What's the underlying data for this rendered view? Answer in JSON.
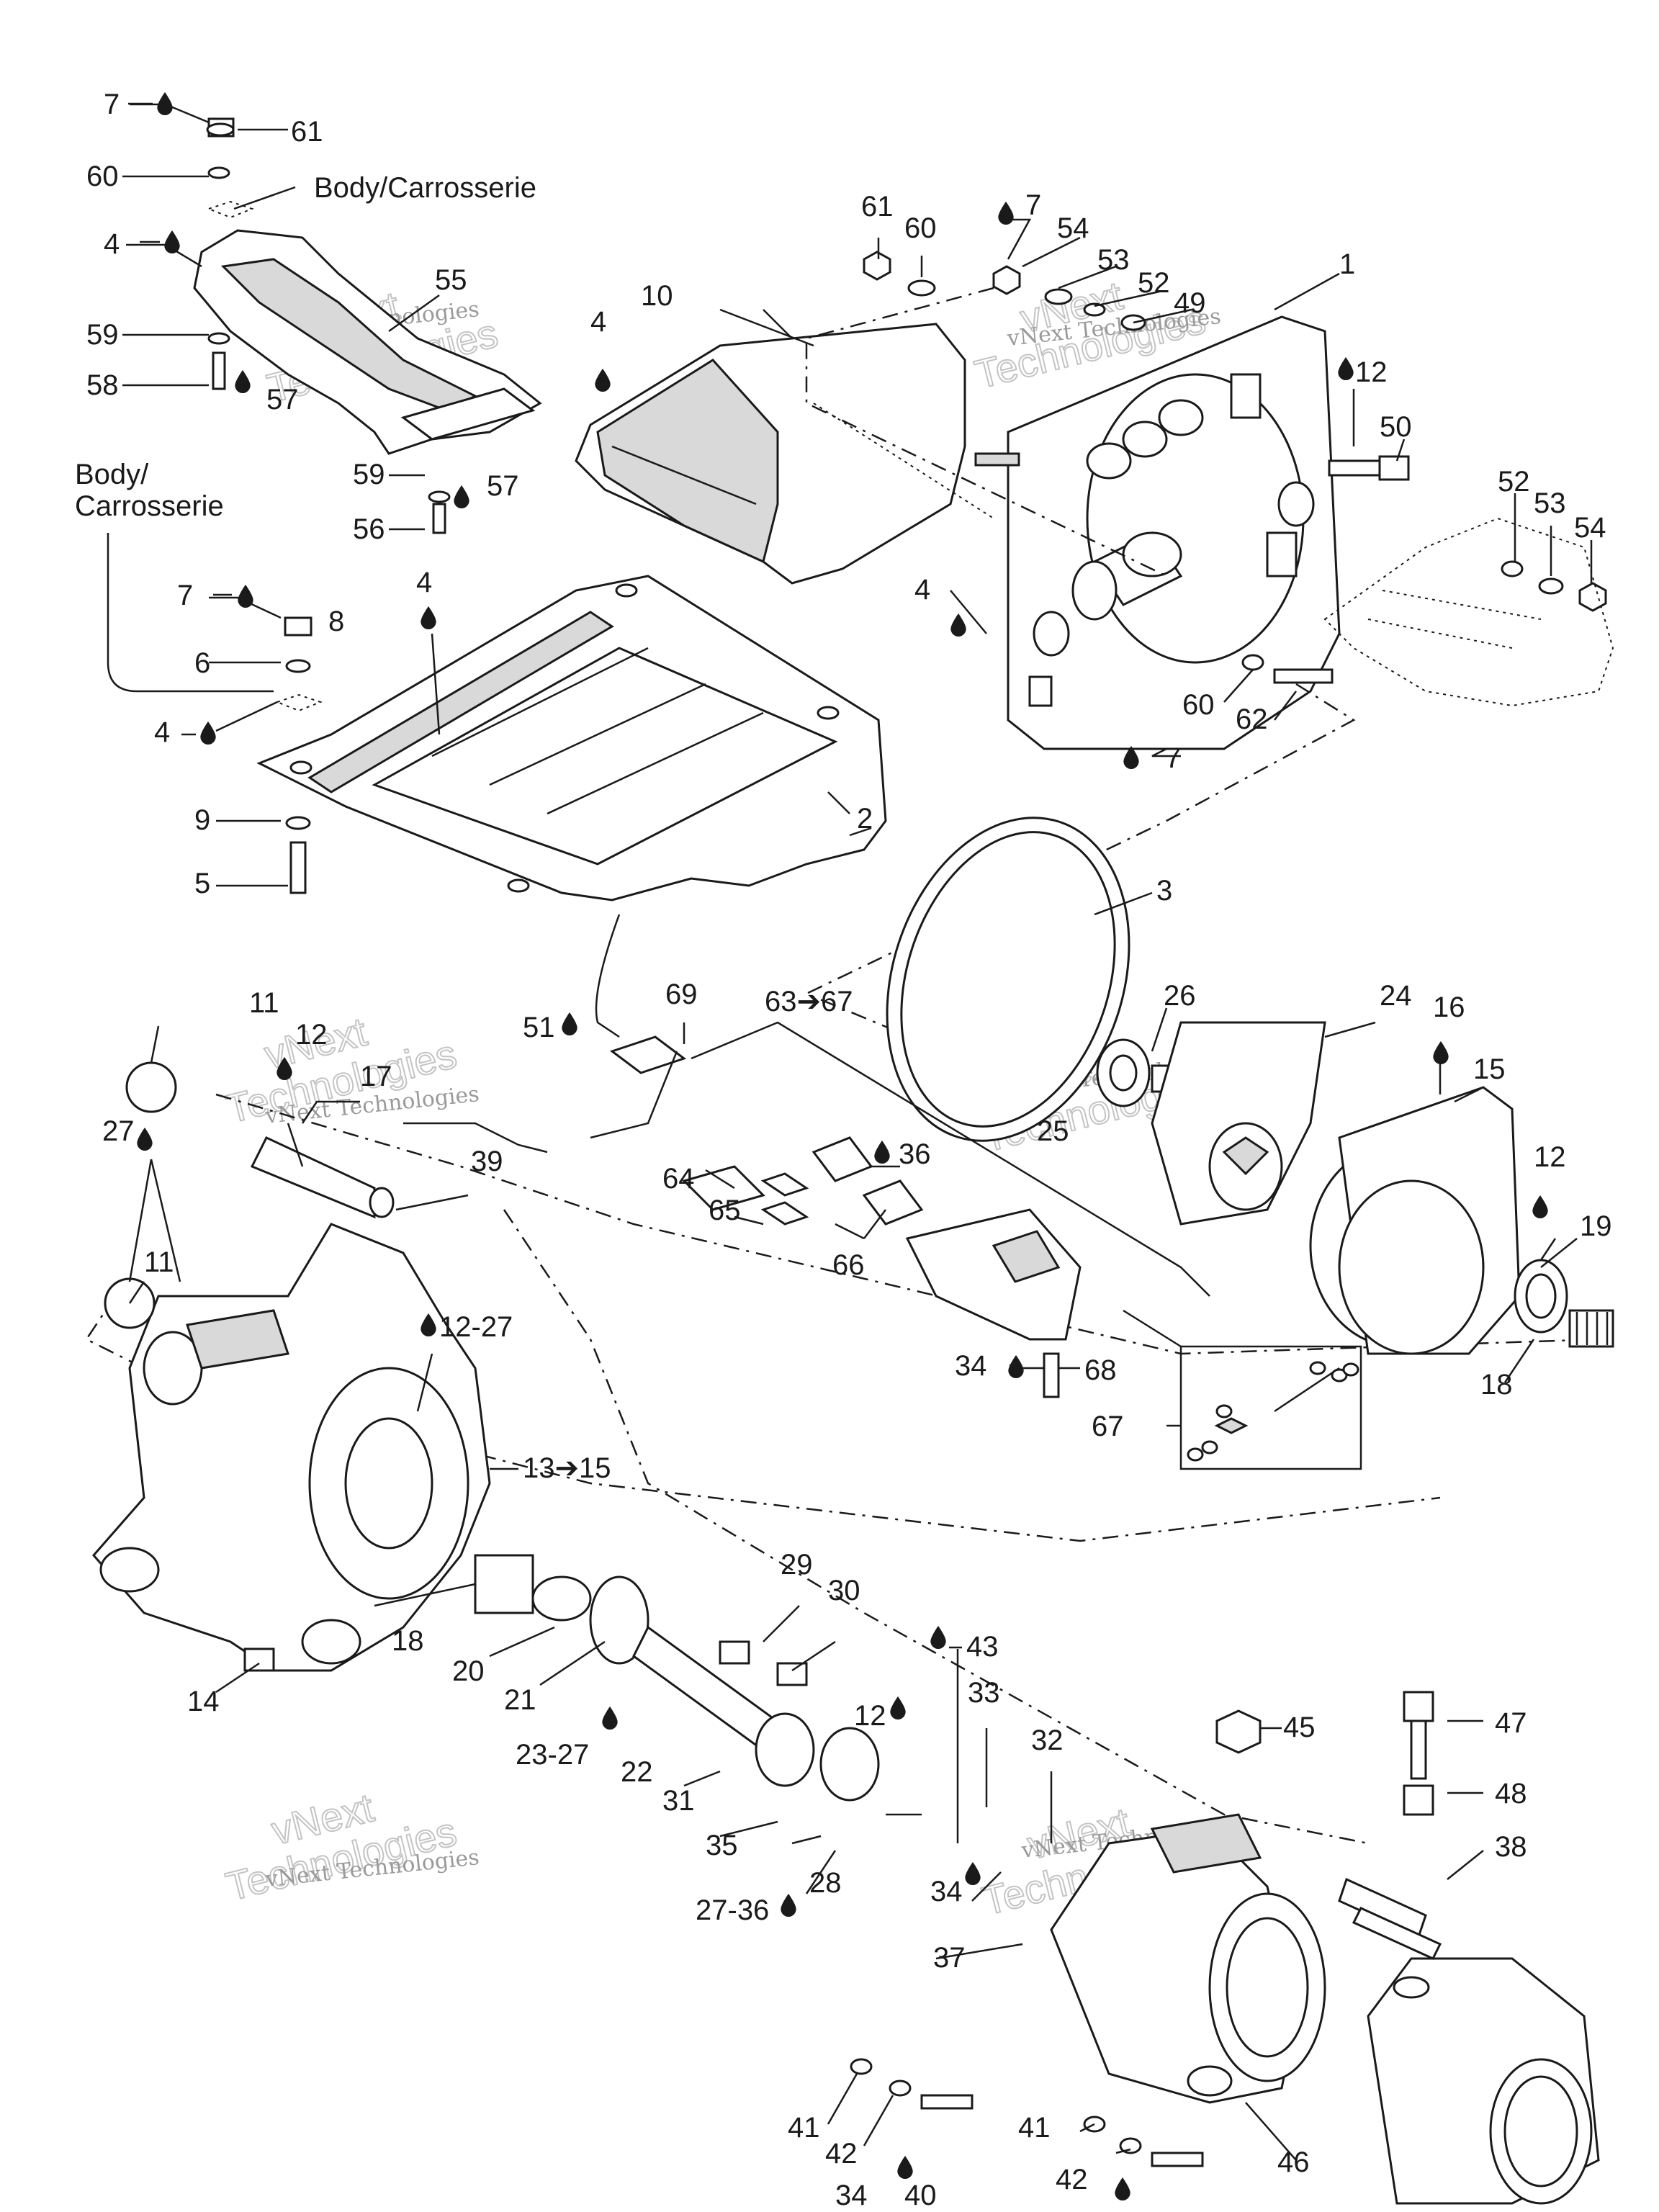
{
  "labels": {
    "l1": "1",
    "l2": "2",
    "l3": "3",
    "l4a": "4",
    "l4b": "4",
    "l4c": "4",
    "l4d": "4",
    "l4e": "4",
    "l5": "5",
    "l6": "6",
    "l7a": "7",
    "l7b": "7",
    "l7c": "7",
    "l7d": "7",
    "l8": "8",
    "l9": "9",
    "l10": "10",
    "l11a": "11",
    "l11b": "11",
    "l12a": "12",
    "l12b": "12",
    "l12c": "12",
    "l12d": "12",
    "l12_27": "12-27",
    "l13_15": "13➔15",
    "l14": "14",
    "l15": "15",
    "l16": "16",
    "l17": "17",
    "l18a": "18",
    "l18b": "18",
    "l19": "19",
    "l20": "20",
    "l21": "21",
    "l22": "22",
    "l23_27": "23-27",
    "l24": "24",
    "l25": "25",
    "l26": "26",
    "l27": "27",
    "l27_36": "27-36",
    "l28": "28",
    "l29": "29",
    "l30": "30",
    "l31": "31",
    "l32": "32",
    "l33": "33",
    "l34a": "34",
    "l34b": "34",
    "l34c": "34",
    "l35": "35",
    "l36": "36",
    "l37": "37",
    "l38": "38",
    "l39": "39",
    "l40": "40",
    "l41a": "41",
    "l41b": "41",
    "l42a": "42",
    "l42b": "42",
    "l43": "43",
    "l45": "45",
    "l46": "46",
    "l47": "47",
    "l48": "48",
    "l49": "49",
    "l50": "50",
    "l51": "51",
    "l52a": "52",
    "l52b": "52",
    "l53a": "53",
    "l53b": "53",
    "l54a": "54",
    "l54b": "54",
    "l55": "55",
    "l56": "56",
    "l57a": "57",
    "l57b": "57",
    "l58": "58",
    "l59a": "59",
    "l59b": "59",
    "l60a": "60",
    "l60b": "60",
    "l60c": "60",
    "l61a": "61",
    "l61b": "61",
    "l62": "62",
    "l63_67": "63➔67",
    "l64": "64",
    "l65": "65",
    "l66": "66",
    "l67": "67",
    "l68": "68",
    "l69": "69"
  },
  "body_labels": {
    "top": "Body/Carrosserie",
    "left_line1": "Body/",
    "left_line2": "Carrosserie"
  },
  "watermarks": {
    "small": "vNext Technologies",
    "big_line1": "vNext",
    "big_line2": "Technologies"
  },
  "colors": {
    "ink": "#1a1a1a",
    "watermark": "#9a9a9a",
    "background": "#ffffff"
  }
}
